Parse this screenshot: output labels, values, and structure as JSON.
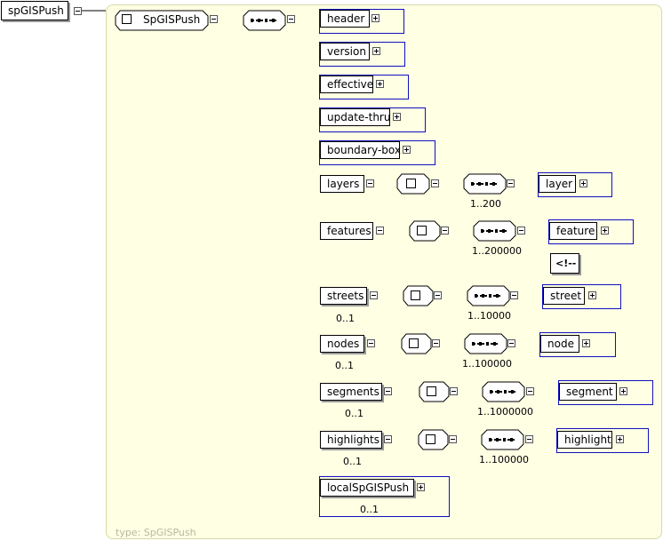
{
  "root_element": "spGISPush",
  "complex_type": {
    "name": "SpGISPush",
    "type_label": "type: SpGISPush"
  },
  "children": [
    {
      "name": "header"
    },
    {
      "name": "version"
    },
    {
      "name": "effective"
    },
    {
      "name": "update-thru"
    },
    {
      "name": "boundary-box"
    },
    {
      "name": "layers",
      "occurs": "",
      "child": "layer",
      "child_occurs": "1..200"
    },
    {
      "name": "features",
      "occurs": "",
      "child": "feature",
      "child_occurs": "1..200000",
      "comment": "<!--"
    },
    {
      "name": "streets",
      "occurs": "0..1",
      "child": "street",
      "child_occurs": "1..10000"
    },
    {
      "name": "nodes",
      "occurs": "0..1",
      "child": "node",
      "child_occurs": "1..100000"
    },
    {
      "name": "segments",
      "occurs": "0..1",
      "child": "segment",
      "child_occurs": "1..1000000"
    },
    {
      "name": "highlights",
      "occurs": "0..1",
      "child": "highlight",
      "child_occurs": "1..100000"
    },
    {
      "name": "localSpGISPush",
      "occurs": "0..1"
    }
  ],
  "icons": {
    "expand": "plus-box-icon",
    "collapse": "minus-box-icon",
    "sequence": "sequence-icon",
    "complex-type": "complex-type-icon",
    "comment": "comment-icon"
  },
  "colors": {
    "background": "#ffffe4",
    "outer_border": "#1010c0"
  }
}
